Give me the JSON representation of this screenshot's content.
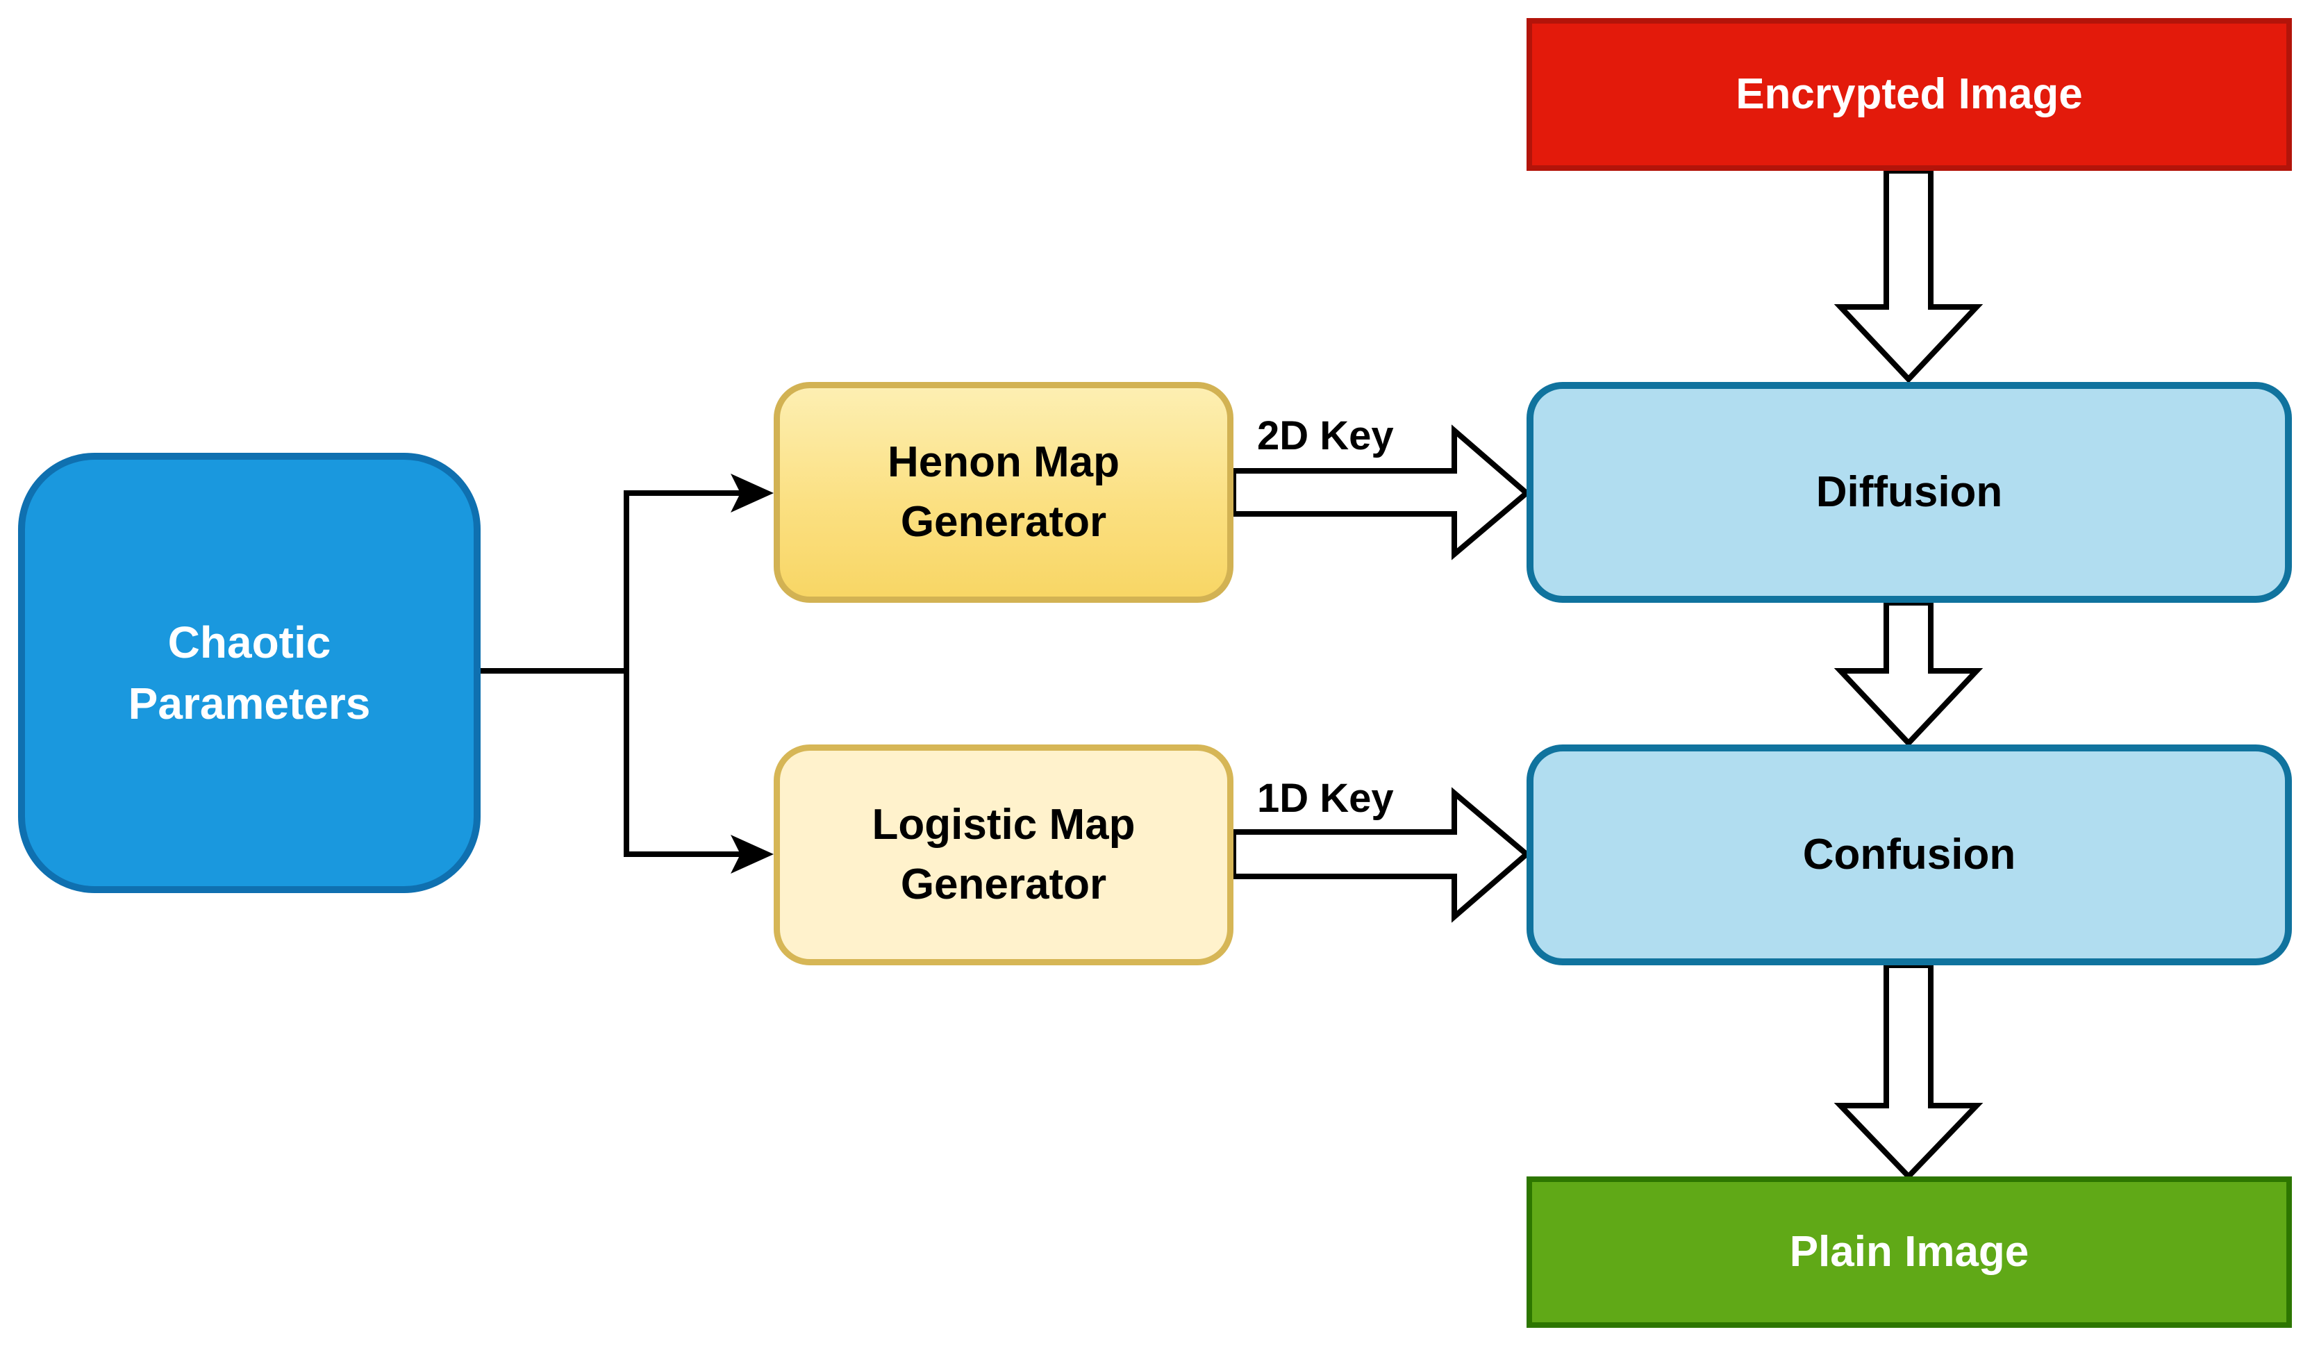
{
  "nodes": {
    "encrypted_image": "Encrypted Image",
    "chaotic_parameters": "Chaotic\nParameters",
    "henon_map_generator": "Henon Map\nGenerator",
    "logistic_map_generator": "Logistic Map\nGenerator",
    "diffusion": "Diffusion",
    "confusion": "Confusion",
    "plain_image": "Plain Image"
  },
  "edges": {
    "henon_to_diffusion": "2D Key",
    "logistic_to_confusion": "1D Key"
  },
  "colors": {
    "encrypted_fill": "#e31a0b",
    "chaotic_fill": "#1a98de",
    "generator_fill": "#fff2cc",
    "process_fill": "#b1ddf0",
    "plain_fill": "#60a917"
  }
}
